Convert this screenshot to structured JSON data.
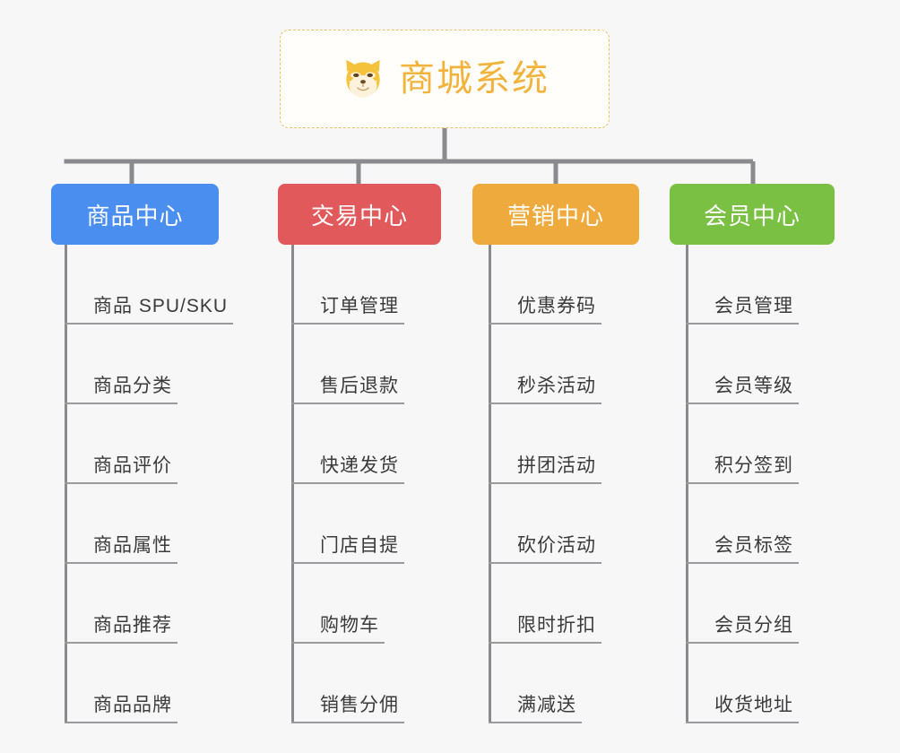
{
  "page": {
    "background_color": "#f7f7f7",
    "connector_color": "#8a8a8c",
    "leaf_text_color": "#3b3b3d",
    "leaf_rule_color": "#9a9a9c"
  },
  "root": {
    "title": "商城系统",
    "icon": "shiba-dog-face-icon",
    "text_color": "#f2b33d",
    "border_color": "#f0c060",
    "background_color": "#fffefb"
  },
  "branches": [
    {
      "label": "商品中心",
      "color": "#4a8ef0",
      "items": [
        "商品 SPU/SKU",
        "商品分类",
        "商品评价",
        "商品属性",
        "商品推荐",
        "商品品牌"
      ]
    },
    {
      "label": "交易中心",
      "color": "#e2595b",
      "items": [
        "订单管理",
        "售后退款",
        "快递发货",
        "门店自提",
        "购物车",
        "销售分佣"
      ]
    },
    {
      "label": "营销中心",
      "color": "#eeaa3c",
      "items": [
        "优惠券码",
        "秒杀活动",
        "拼团活动",
        "砍价活动",
        "限时折扣",
        "满减送"
      ]
    },
    {
      "label": "会员中心",
      "color": "#7ac143",
      "items": [
        "会员管理",
        "会员等级",
        "积分签到",
        "会员标签",
        "会员分组",
        "收货地址"
      ]
    }
  ]
}
